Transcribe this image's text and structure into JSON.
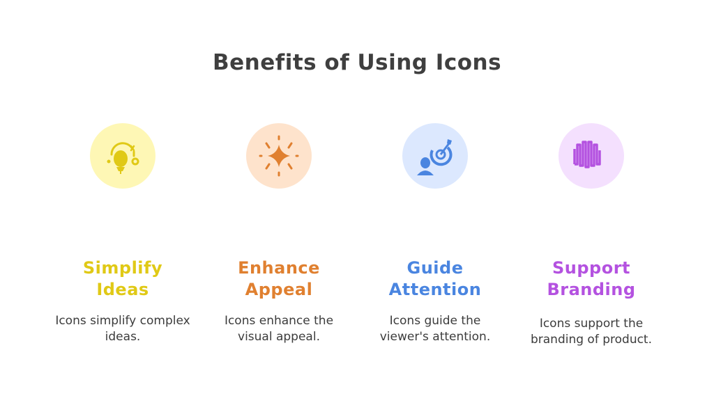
{
  "title": "Benefits of Using Icons",
  "items": [
    {
      "heading_lines": [
        "Simplify",
        "Ideas"
      ],
      "body": "Icons simplify complex ideas.",
      "icon": "lightbulb-icon",
      "color": "#E0C916",
      "bg": "#FEF7B5"
    },
    {
      "heading_lines": [
        "Enhance",
        "Appeal"
      ],
      "body": "Icons enhance the visual appeal.",
      "icon": "sparkle-icon",
      "color": "#E08030",
      "bg": "#FEE3CC"
    },
    {
      "heading_lines": [
        "Guide",
        "Attention"
      ],
      "body": "Icons guide the viewer's attention.",
      "icon": "target-person-icon",
      "color": "#4A85E0",
      "bg": "#DCE8FE"
    },
    {
      "heading_lines": [
        "Support",
        "Branding"
      ],
      "body": "Icons support the branding of product.",
      "icon": "wave-pattern-icon",
      "color": "#B452E0",
      "bg": "#F4E0FE"
    }
  ]
}
